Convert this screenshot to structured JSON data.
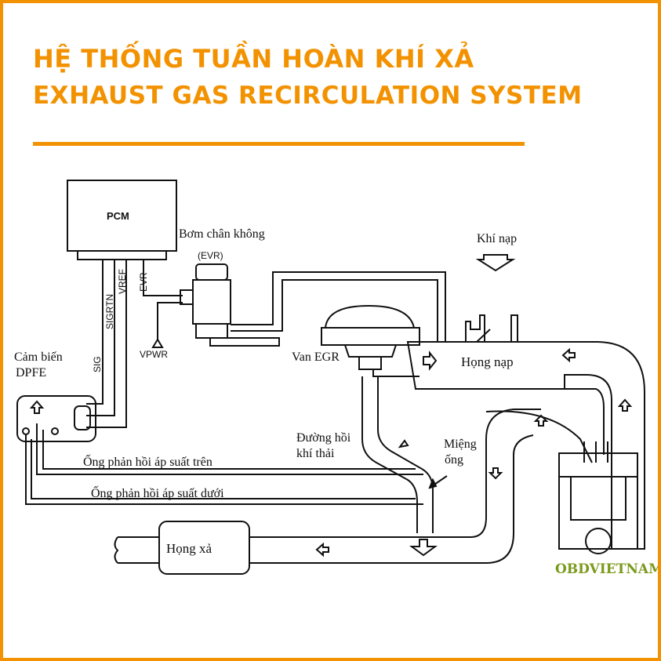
{
  "header": {
    "title_vi": "HỆ THỐNG TUẦN HOÀN KHÍ XẢ",
    "title_en": "EXHAUST GAS RECIRCULATION SYSTEM"
  },
  "diagram": {
    "pcm": "PCM",
    "pump_label": "Bơm chân không",
    "evr": "(EVR)",
    "evr_wire": "EVR",
    "vref_wire": "VREF",
    "sigrtn_wire": "SIGRTN",
    "sig_wire": "SIG",
    "vpwr": "VPWR",
    "sensor_line1": "Cảm biến",
    "sensor_line2": "DPFE",
    "intake_air": "Khí nạp",
    "egr_valve": "Van EGR",
    "intake_manifold": "Họng nạp",
    "return_line1": "Đường hồi",
    "return_line2": "khí thải",
    "orifice_line1": "Miệng",
    "orifice_line2": "ống",
    "upper_tube": "Ống phản hồi áp suất trên",
    "lower_tube": "Ống phản hồi áp suất dưới",
    "exhaust_manifold": "Họng xả",
    "watermark": "OBDVIETNAM"
  },
  "colors": {
    "accent": "#f39200",
    "line": "#111111",
    "watermark": "#7a9a1a"
  }
}
